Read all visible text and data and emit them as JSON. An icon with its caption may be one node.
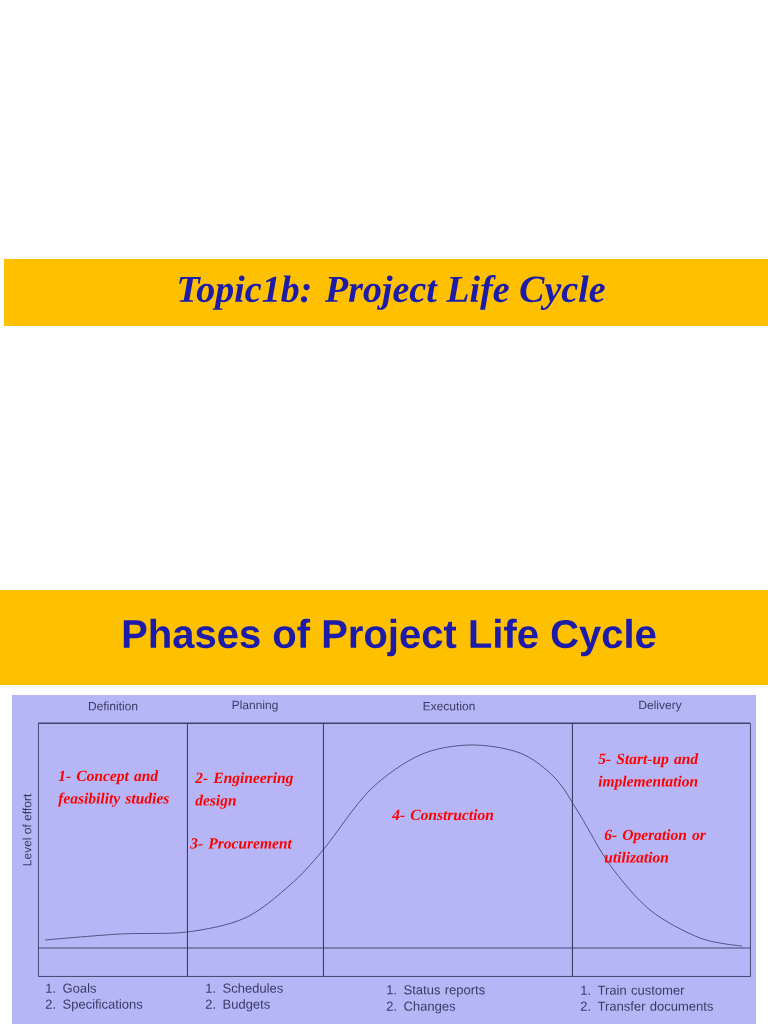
{
  "diagram": {
    "nodes": [
      {
        "text": [
          "Topic1b: Project Life Cycle"
        ]
      },
      {
        "text": [
          "Phases of Project Life Cycle"
        ]
      },
      {
        "text": [
          "Definition",
          "1- Concept and feasibility studies",
          "1. Goals",
          "2. Specifications"
        ]
      },
      {
        "text": [
          "Planning",
          "2- Engineering design",
          "3- Procurement",
          "1. Schedules",
          "2. Budgets"
        ]
      },
      {
        "text": [
          "Execution",
          "4- Construction",
          "1. Status reports",
          "2. Changes"
        ]
      },
      {
        "text": [
          "Delivery",
          "5- Start-up and implementation",
          "6- Operation or utilization",
          "1. Train customer",
          "2. Transfer documents"
        ]
      }
    ],
    "labels": [
      "Level of effort"
    ]
  }
}
